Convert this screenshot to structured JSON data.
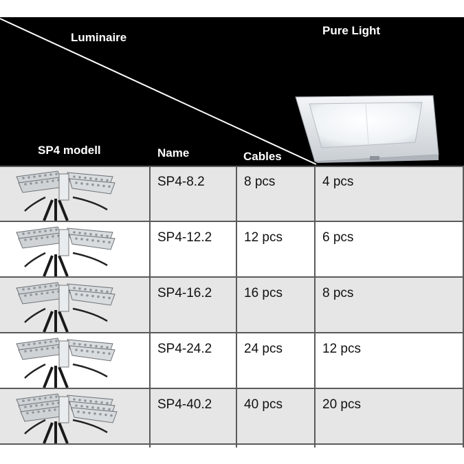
{
  "header": {
    "luminaire_label": "Luminaire",
    "pure_light_label": "Pure Light",
    "model_label": "SP4 modell",
    "name_label": "Name",
    "cables_label": "Cables"
  },
  "rows": [
    {
      "name": "SP4-8.2",
      "cables": "8 pcs",
      "pure_light": "4 pcs",
      "bg": "#e6e6e6",
      "units": 2
    },
    {
      "name": "SP4-12.2",
      "cables": "12 pcs",
      "pure_light": "6 pcs",
      "bg": "#ffffff",
      "units": 2
    },
    {
      "name": "SP4-16.2",
      "cables": "16 pcs",
      "pure_light": "8 pcs",
      "bg": "#e6e6e6",
      "units": 2
    },
    {
      "name": "SP4-24.2",
      "cables": "24 pcs",
      "pure_light": "12 pcs",
      "bg": "#ffffff",
      "units": 2
    },
    {
      "name": "SP4-40.2",
      "cables": "40 pcs",
      "pure_light": "20 pcs",
      "bg": "#e6e6e6",
      "units": 3
    }
  ]
}
